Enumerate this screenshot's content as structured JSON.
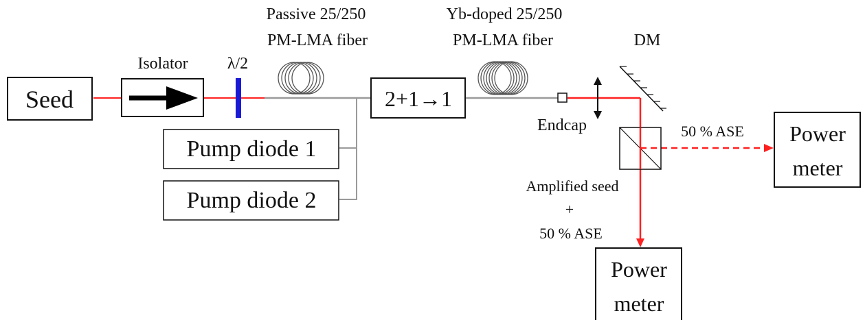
{
  "colors": {
    "beam": "#ff2020",
    "fiber": "#9a9a9a",
    "waveplate": "#1a1ad6",
    "ink": "#111111"
  },
  "components": {
    "seed": "Seed",
    "isolator": "Isolator",
    "half_waveplate": "λ/2",
    "passive_fiber": [
      "Passive 25/250",
      "PM-LMA fiber"
    ],
    "combiner": "2+1→1",
    "doped_fiber": [
      "Yb-doped 25/250",
      "PM-LMA fiber"
    ],
    "endcap": "Endcap",
    "dichroic_mirror": "DM",
    "pump_diode_1": "Pump diode 1",
    "pump_diode_2": "Pump diode 2",
    "power_meter_right": [
      "Power",
      "meter"
    ],
    "power_meter_bottom": [
      "Power",
      "meter"
    ]
  },
  "labels": {
    "ase_side": "50 % ASE",
    "output": [
      "Amplified seed",
      "+",
      "50 % ASE"
    ]
  }
}
